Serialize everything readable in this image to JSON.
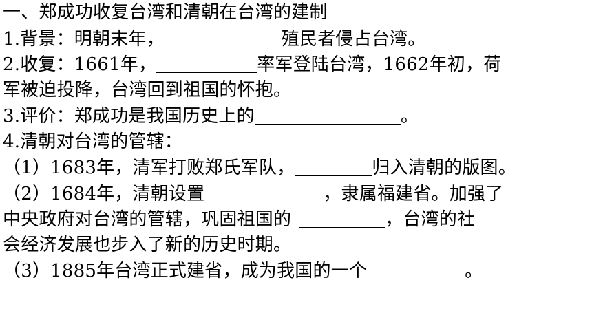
{
  "heading": "一、郑成功收复台湾和清朝在台湾的建制",
  "item1": {
    "before": "1.背景：明朝末年，",
    "after": "殖民者侵占台湾。"
  },
  "item2": {
    "before": "2.收复：1661年，",
    "after": "率军登陆台湾，1662年初，荷",
    "line2": "军被迫投降，台湾回到祖国的怀抱。"
  },
  "item3": {
    "before": "3.评价：郑成功是我国历史上的",
    "after": "。"
  },
  "item4": {
    "title": "4.清朝对台湾的管辖：",
    "sub1_before": "（1）1683年，清军打败郑氏军队，",
    "sub1_after": "归入清朝的版图。",
    "sub2_before": "（2）1684年，清朝设置",
    "sub2_after": "，隶属福建省。加强了",
    "sub2_line2_before": "中央政府对台湾的管辖，巩固祖国的",
    "sub2_line2_after": "，台湾的社",
    "sub2_line3": "会经济发展也步入了新的历史时期。",
    "sub3_before": "（3）1885年台湾正式建省，成为我国的一个",
    "sub3_after": "。"
  }
}
